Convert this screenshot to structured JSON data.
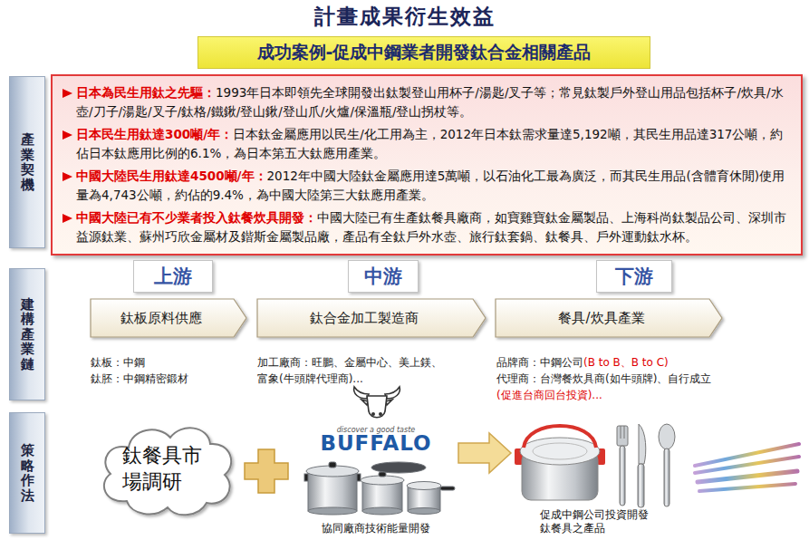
{
  "diagram": {
    "title": "計畫成果衍生效益",
    "nodes": [
      {
        "text": [
          "成功案例-促成中鋼業者開發鈦合金相關產品"
        ]
      },
      {
        "text": [
          "產業契機"
        ]
      },
      {
        "text": [
          "日本為民生用鈦之先驅：",
          "1993年日本即領先全球開發出鈦製登山用杯子/湯匙/叉子等；常見鈦製戶外登山用品包括杯子/炊具/水壺/刀子/湯匙/叉子/鈦格/鐵鍬/登山鍬/登山爪/火爐/保溫瓶/登山拐杖等。",
          "日本民生用鈦達300噸/年：",
          "日本鈦金屬應用以民生/化工用為主，2012年日本鈦需求量達5,192噸，其民生用品達317公噸，約佔日本鈦應用比例的6.1%，為日本第五大鈦應用產業。",
          "中國大陸民生用鈦達4500噸/年：",
          "2012年中國大陸鈦金屬應用達5萬噸，以石油化工最為廣泛，而其民生用品(含體育休閒)使用量為4,743公噸，約佔的9.4%，為中國大陸第三大鈦應用產業。",
          "中國大陸已有不少業者投入鈦餐炊具開發：",
          "中國大陸已有生產鈦餐具廠商，如寶雞寶鈦金屬製品、上海科尚鈦製品公司、深圳市益源鈦業、蘇州巧欣金屬材及鍇斯金屬製品廠，產品有全鈦戶外水壺、旅行鈦套鍋、鈦餐具、戶外運動鈦水杯。"
        ]
      },
      {
        "text": [
          "建構產業鏈"
        ]
      },
      {
        "text": [
          "上游"
        ]
      },
      {
        "text": [
          "中游"
        ]
      },
      {
        "text": [
          "下游"
        ]
      },
      {
        "text": [
          "鈦板原料供應"
        ]
      },
      {
        "text": [
          "鈦合金加工製造商"
        ]
      },
      {
        "text": [
          "餐具/炊具產業"
        ]
      },
      {
        "text": [
          "策略作法"
        ]
      },
      {
        "text": [
          "鈦餐具市 場調研"
        ]
      },
      {
        "text": [
          "協同廠商技術能量開發"
        ]
      },
      {
        "text": [
          "促成中鋼公司投資開發 鈦餐具之產品"
        ]
      }
    ],
    "edges": [
      {
        "from": 12,
        "to": 13,
        "arrow": "to"
      }
    ],
    "labels": [
      "鈦板：中鋼",
      "鈦胚：中鋼精密鍛材",
      "加工廠商：旺鵬、金屬中心、美上鎂、 富象(牛頭牌代理商)...",
      "品牌商：中鋼公司",
      "(B to B、B to C)",
      "代理商：台灣餐炊具商(如牛頭牌)、自行成立",
      "(促進台商回台投資)...",
      "discover a good taste",
      "BUFFALO"
    ]
  }
}
